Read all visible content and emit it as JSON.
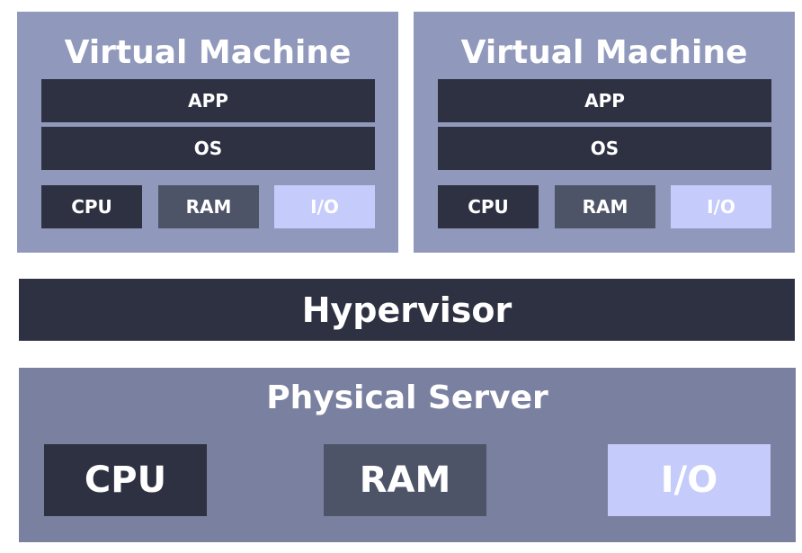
{
  "vms": [
    {
      "title": "Virtual Machine",
      "app": "APP",
      "os": "OS",
      "cpu": "CPU",
      "ram": "RAM",
      "io": "I/O"
    },
    {
      "title": "Virtual Machine",
      "app": "APP",
      "os": "OS",
      "cpu": "CPU",
      "ram": "RAM",
      "io": "I/O"
    }
  ],
  "hypervisor": {
    "label": "Hypervisor"
  },
  "physical_server": {
    "title": "Physical Server",
    "cpu": "CPU",
    "ram": "RAM",
    "io": "I/O"
  },
  "colors": {
    "vm_box": "#9099bb",
    "dark": "#2e3142",
    "ram": "#4e5468",
    "io": "#c5cbfb",
    "physical_box": "#7a809f"
  }
}
